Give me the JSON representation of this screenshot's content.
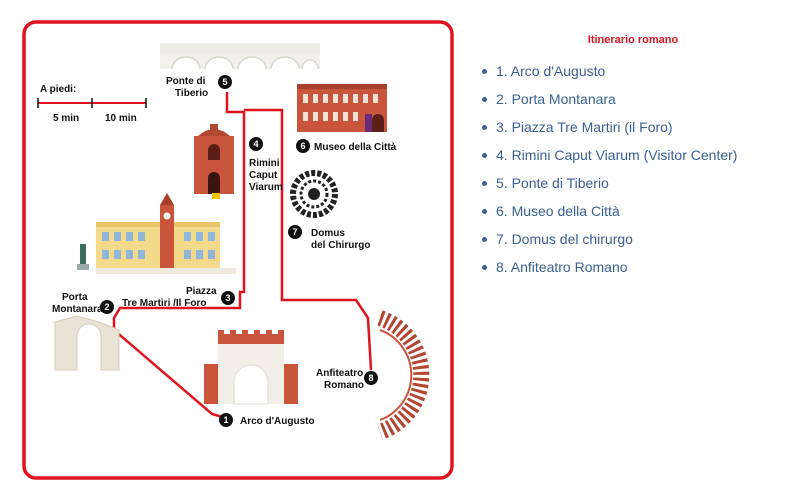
{
  "map": {
    "scale": {
      "title": "A piedi:",
      "label_5": "5 min",
      "label_10": "10 min"
    },
    "stops": [
      {
        "n": "1",
        "label": "Arco d'Augusto"
      },
      {
        "n": "2",
        "label_l1": "Porta",
        "label_l2": "Montanara"
      },
      {
        "n": "3",
        "label_l1": "Piazza",
        "label_l2": "Tre Martiri /Il Foro"
      },
      {
        "n": "4",
        "label_l1": "Rimini",
        "label_l2": "Caput",
        "label_l3": "Viarum"
      },
      {
        "n": "5",
        "label_l1": "Ponte di",
        "label_l2": "Tiberio"
      },
      {
        "n": "6",
        "label": "Museo della Città"
      },
      {
        "n": "7",
        "label_l1": "Domus",
        "label_l2": "del Chirurgo"
      },
      {
        "n": "8",
        "label_l1": "Anfiteatro",
        "label_l2": "Romano"
      }
    ],
    "colors": {
      "route": "#e0141e",
      "marker": "#111111",
      "brick": "#c9553d"
    }
  },
  "sidebar": {
    "title": "Itinerario romano",
    "items": [
      "1. Arco d'Augusto",
      "2. Porta Montanara",
      "3. Piazza Tre Martiri (il Foro)",
      "4. Rimini Caput Viarum (Visitor Center)",
      "5. Ponte di Tiberio",
      "6. Museo della Città",
      "7. Domus del chirurgo",
      "8. Anfiteatro Romano"
    ]
  }
}
